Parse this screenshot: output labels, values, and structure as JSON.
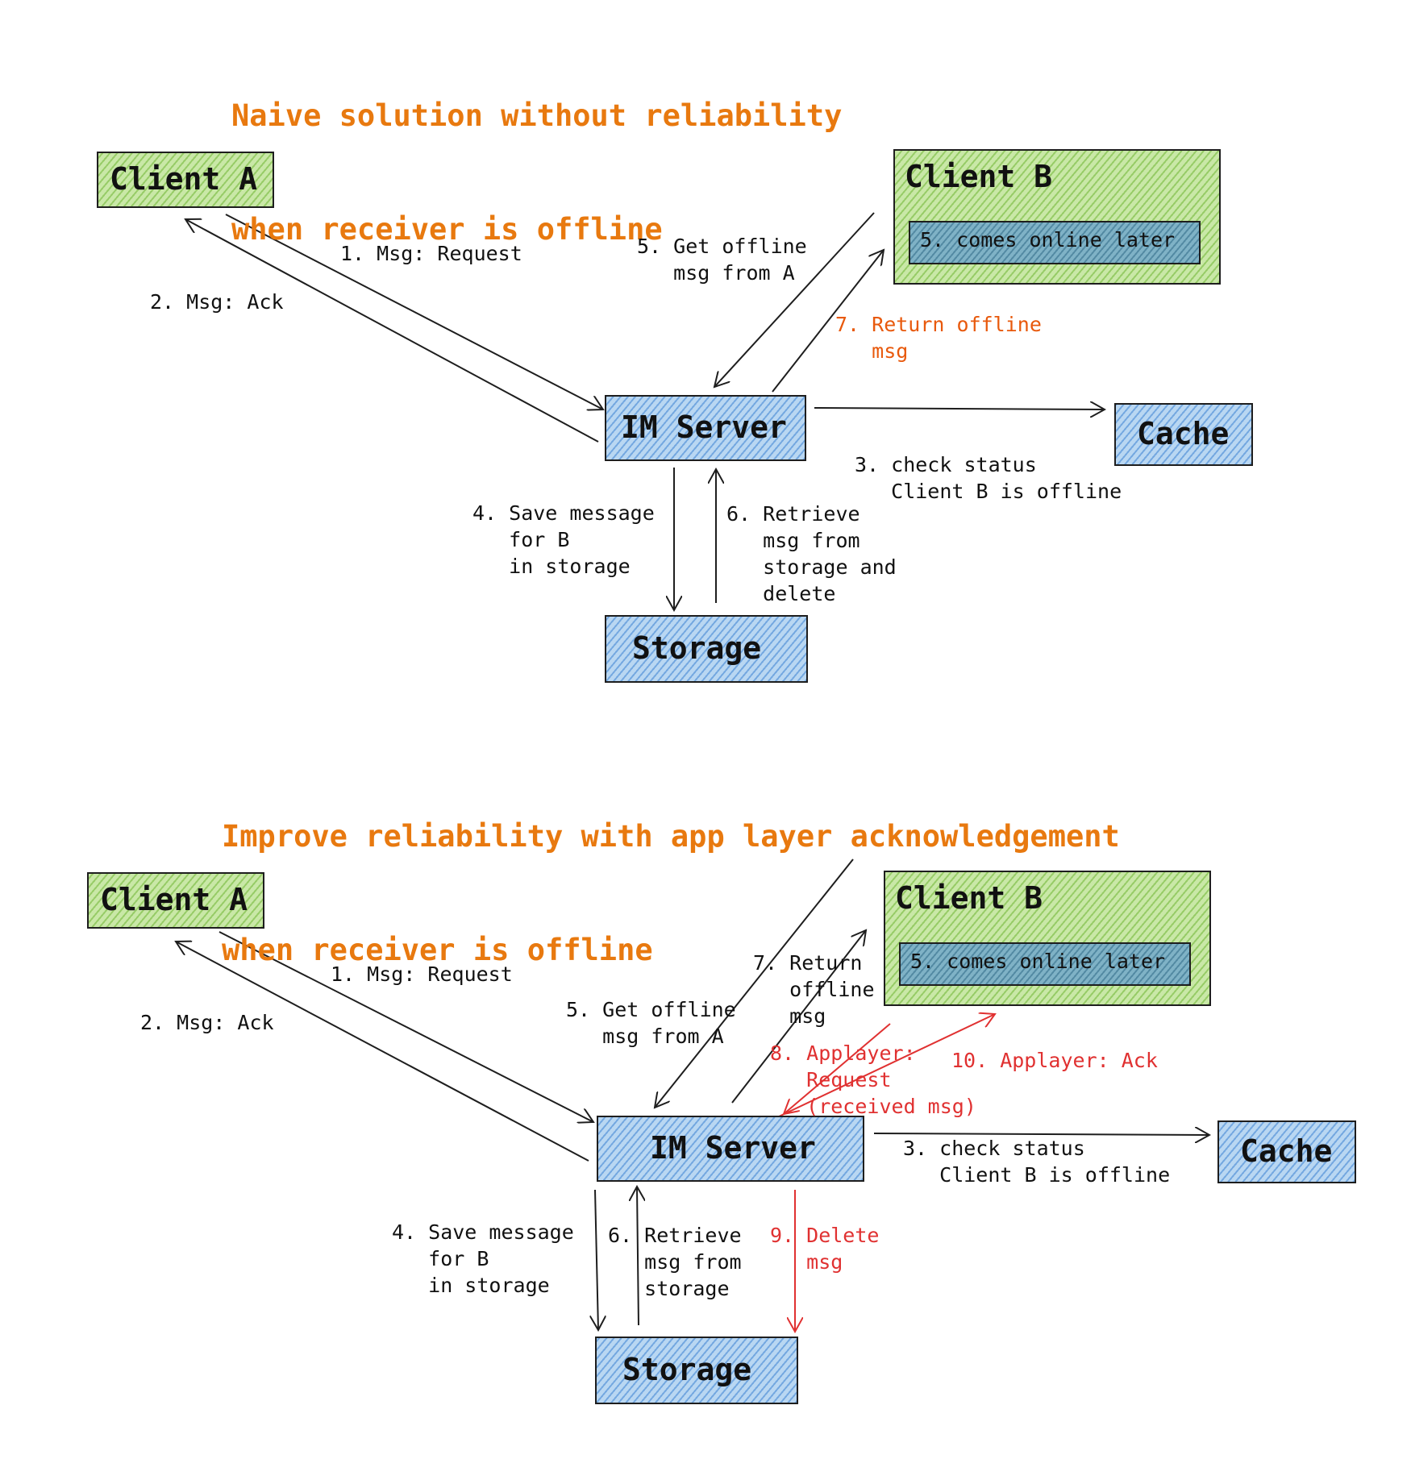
{
  "colors": {
    "title": "#e8790f",
    "stroke": "#1e1e1e",
    "red": "#e03131",
    "orange_red": "#e8590c",
    "green_fill": "#c9e8a7",
    "blue_fill": "#b9d7f2"
  },
  "diagram1": {
    "title_line1": "Naive solution without reliability",
    "title_line2": "when receiver is offline",
    "client_a": "Client A",
    "client_b": "Client B",
    "client_b_inner": "5. comes online later",
    "im_server": "IM Server",
    "cache": "Cache",
    "storage": "Storage",
    "l1": "1. Msg: Request",
    "l2": "2. Msg: Ack",
    "l3": "3. check status\n   Client B is offline",
    "l4": "4. Save message\n   for B\n   in storage",
    "l5": "5. Get offline\n   msg from A",
    "l6": "6. Retrieve\n   msg from\n   storage and\n   delete",
    "l7": "7. Return offline\n   msg"
  },
  "diagram2": {
    "title_line1": "Improve reliability with app layer acknowledgement",
    "title_line2": "when receiver is offline",
    "client_a": "Client A",
    "client_b": "Client B",
    "client_b_inner": "5. comes online later",
    "im_server": "IM Server",
    "cache": "Cache",
    "storage": "Storage",
    "l1": "1. Msg: Request",
    "l2": "2. Msg: Ack",
    "l3": "3. check status\n   Client B is offline",
    "l4": "4. Save message\n   for B\n   in storage",
    "l5": "5. Get offline\n   msg from A",
    "l6": "6. Retrieve\n   msg from\n   storage",
    "l7": "7. Return\n   offline\n   msg",
    "l8": "8. Applayer:\n   Request\n   (received msg)",
    "l9": "9. Delete\n   msg",
    "l10": "10. Applayer: Ack"
  }
}
